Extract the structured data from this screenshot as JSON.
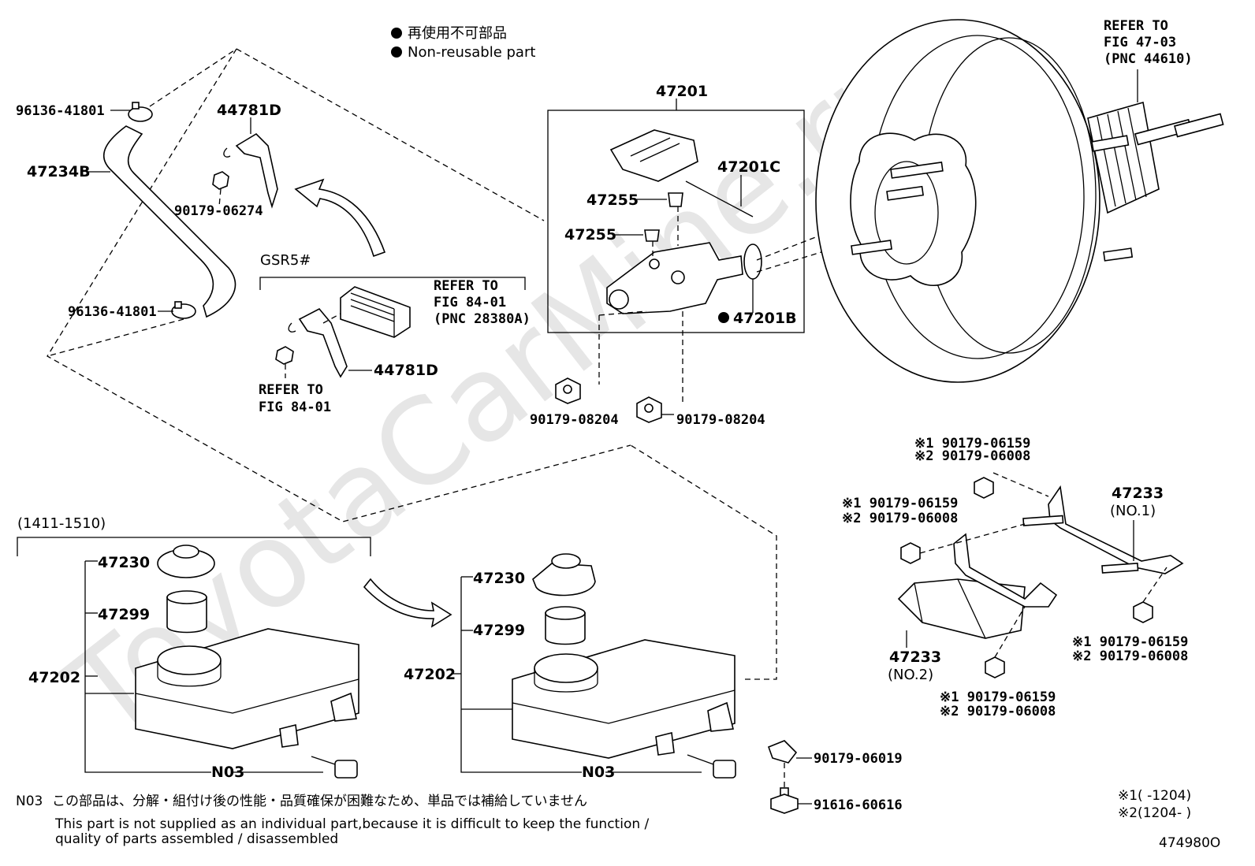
{
  "watermark": "ToyotaCarMine.ru",
  "legend": {
    "jp": "再使用不可部品",
    "en": "Non-reusable part"
  },
  "figure_id": "474980O",
  "parts": {
    "clip_top": "96136-41801",
    "clip_bottom": "96136-41801",
    "hose": "47234B",
    "bracket_top": "44781D",
    "nut_bracket_top": "90179-06274",
    "gsr": "GSR5#",
    "refer_28380a": [
      "REFER TO",
      "FIG 84-01",
      "(PNC 28380A)"
    ],
    "bracket_bottom": "44781D",
    "refer_8401": [
      "REFER TO",
      "FIG 84-01"
    ],
    "master_cyl": "47201",
    "pin": "47201C",
    "grommet_a": "47255",
    "grommet_b": "47255",
    "oring": "47201B",
    "nut_mc_left": "90179-08204",
    "nut_mc_right": "90179-08204",
    "refer_44610": [
      "REFER TO",
      "FIG 47-03",
      "(PNC 44610)"
    ],
    "period_left": "(1411-1510)",
    "cap_left": "47230",
    "strainer_left": "47299",
    "reservoir_left": "47202",
    "n03_left": "N03",
    "cap_right": "47230",
    "strainer_right": "47299",
    "reservoir_right": "47202",
    "n03_right": "N03",
    "clip_res": "90179-06019",
    "bolt_res": "91616-60616",
    "bracket_no1": [
      "47233",
      "(NO.1)"
    ],
    "bracket_no2": [
      "47233",
      "(NO.2)"
    ],
    "nut_top": [
      "※1 90179-06159",
      "※2 90179-06008"
    ],
    "nut_left": [
      "※1 90179-06159",
      "※2 90179-06008"
    ],
    "nut_right": [
      "※1 90179-06159",
      "※2 90179-06008"
    ],
    "nut_bottom": [
      "※1 90179-06159",
      "※2 90179-06008"
    ]
  },
  "notes": {
    "n03_code": "N03",
    "n03_jp": "この部品は、分解・組付け後の性能・品質確保が困難なため、単品では補給していません",
    "n03_en1": "This part is not supplied as an individual part,because it is difficult to keep the function /",
    "n03_en2": "quality of parts assembled / disassembled",
    "period1": "※1(      -1204)",
    "period2": "※2(1204-      )"
  }
}
